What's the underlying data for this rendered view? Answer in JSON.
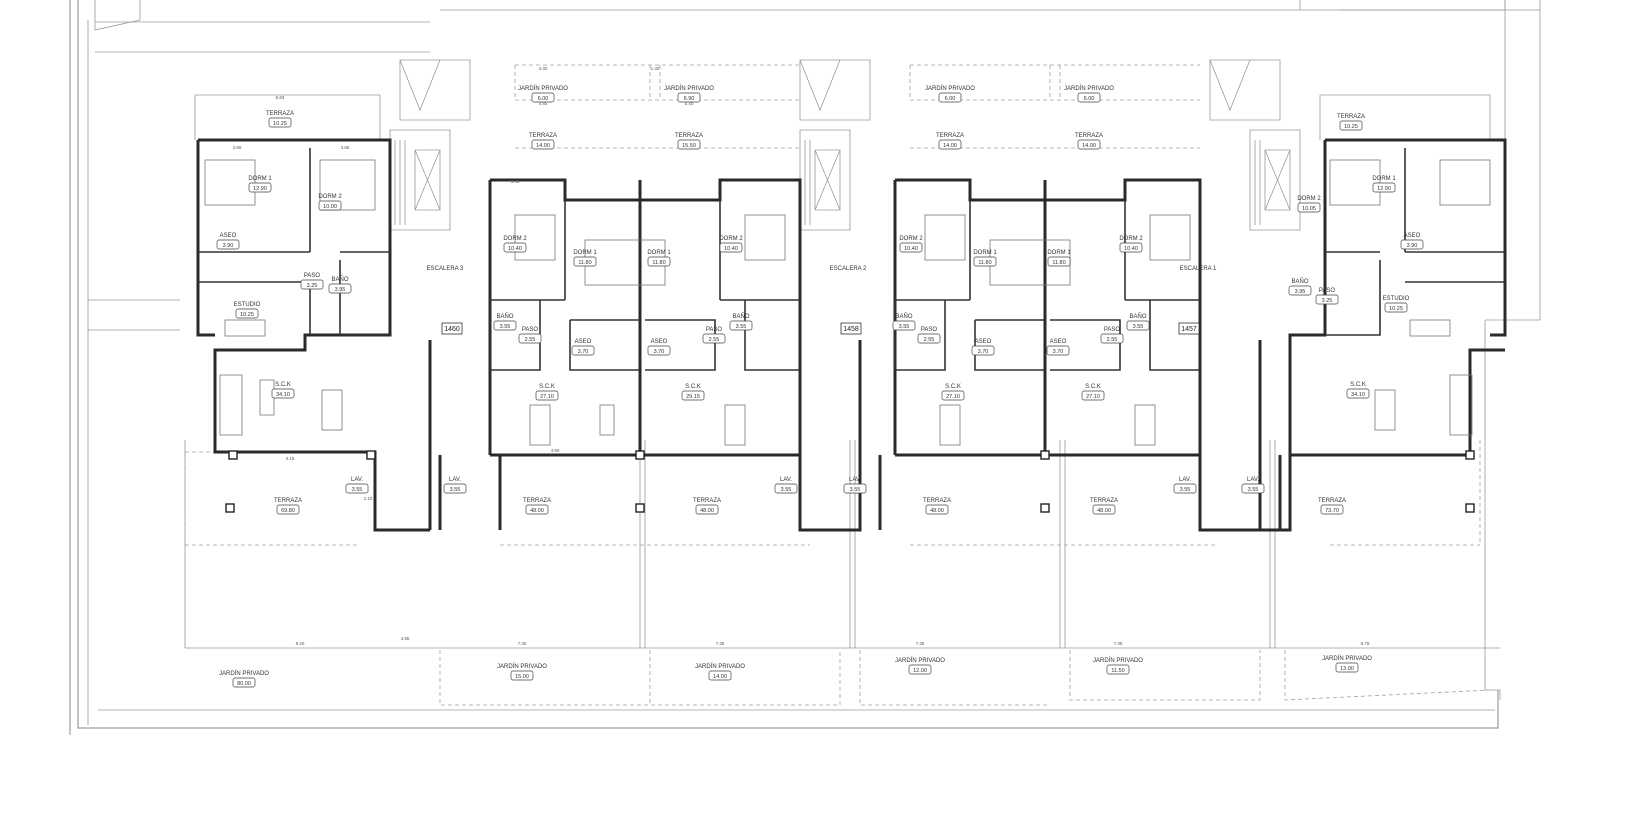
{
  "rooms": [
    {
      "name": "TERRAZA",
      "area": "10.25"
    },
    {
      "name": "DORM 1",
      "area": "12.90"
    },
    {
      "name": "DORM 2",
      "area": "10.00"
    },
    {
      "name": "ASEO",
      "area": "3.90"
    },
    {
      "name": "PASO",
      "area": "3.25"
    },
    {
      "name": "BAÑO",
      "area": "3.95"
    },
    {
      "name": "ESTUDIO",
      "area": "10.25"
    },
    {
      "name": "S.C.K",
      "area": "34.10"
    },
    {
      "name": "ESCALERA 3",
      "area": ""
    },
    {
      "name": "TERRAZA",
      "area": "69.80"
    },
    {
      "name": "LAV.",
      "area": "3.55"
    },
    {
      "name": "LAV.",
      "area": "3.55"
    },
    {
      "name": "JARDÍN PRIVADO",
      "area": "80.00"
    },
    {
      "name": "JARDÍN PRIVADO",
      "area": "6.00"
    },
    {
      "name": "TERRAZA",
      "area": "14.00"
    },
    {
      "name": "DORM 2",
      "area": "10.40"
    },
    {
      "name": "DORM 1",
      "area": "11.80"
    },
    {
      "name": "BAÑO",
      "area": "3.55"
    },
    {
      "name": "PASO",
      "area": "2.55"
    },
    {
      "name": "ASEO",
      "area": "3.70"
    },
    {
      "name": "S.C.K",
      "area": "27.10"
    },
    {
      "name": "TERRAZA",
      "area": "48.00"
    },
    {
      "name": "JARDÍN PRIVADO",
      "area": "15.00"
    },
    {
      "name": "JARDÍN PRIVADO",
      "area": "6.90"
    },
    {
      "name": "TERRAZA",
      "area": "15.50"
    },
    {
      "name": "DORM 1",
      "area": "11.80"
    },
    {
      "name": "DORM 2",
      "area": "10.40"
    },
    {
      "name": "ASEO",
      "area": "3.70"
    },
    {
      "name": "PASO",
      "area": "2.55"
    },
    {
      "name": "BAÑO",
      "area": "3.55"
    },
    {
      "name": "S.C.K",
      "area": "29.15"
    },
    {
      "name": "TERRAZA",
      "area": "48.00"
    },
    {
      "name": "JARDÍN PRIVADO",
      "area": "14.00"
    },
    {
      "name": "LAV.",
      "area": "3.55"
    },
    {
      "name": "LAV.",
      "area": "3.55"
    },
    {
      "name": "ESCALERA 2",
      "area": ""
    },
    {
      "name": "JARDÍN PRIVADO",
      "area": "6.00"
    },
    {
      "name": "TERRAZA",
      "area": "14.00"
    },
    {
      "name": "DORM 2",
      "area": "10.40"
    },
    {
      "name": "DORM 1",
      "area": "11.80"
    },
    {
      "name": "BAÑO",
      "area": "3.55"
    },
    {
      "name": "PASO",
      "area": "2.55"
    },
    {
      "name": "ASEO",
      "area": "3.70"
    },
    {
      "name": "S.C.K",
      "area": "27.10"
    },
    {
      "name": "TERRAZA",
      "area": "48.00"
    },
    {
      "name": "JARDÍN PRIVADO",
      "area": "12.00"
    },
    {
      "name": "JARDÍN PRIVADO",
      "area": "6.00"
    },
    {
      "name": "TERRAZA",
      "area": "14.00"
    },
    {
      "name": "DORM 1",
      "area": "11.80"
    },
    {
      "name": "DORM 2",
      "area": "10.40"
    },
    {
      "name": "ASEO",
      "area": "3.70"
    },
    {
      "name": "PASO",
      "area": "2.55"
    },
    {
      "name": "BAÑO",
      "area": "3.55"
    },
    {
      "name": "S.C.K",
      "area": "27.10"
    },
    {
      "name": "TERRAZA",
      "area": "48.00"
    },
    {
      "name": "JARDÍN PRIVADO",
      "area": "11.50"
    },
    {
      "name": "LAV.",
      "area": "3.55"
    },
    {
      "name": "LAV.",
      "area": "3.55"
    },
    {
      "name": "ESCALERA 1",
      "area": ""
    },
    {
      "name": "TERRAZA",
      "area": "10.25"
    },
    {
      "name": "DORM 2",
      "area": "10.05"
    },
    {
      "name": "DORM 1",
      "area": "12.90"
    },
    {
      "name": "ASEO",
      "area": "3.90"
    },
    {
      "name": "PASO",
      "area": "3.25"
    },
    {
      "name": "BAÑO",
      "area": "3.95"
    },
    {
      "name": "ESTUDIO",
      "area": "10.25"
    },
    {
      "name": "S.C.K",
      "area": "34.10"
    },
    {
      "name": "TERRAZA",
      "area": "73.70"
    },
    {
      "name": "JARDÍN PRIVADO",
      "area": "13.00"
    }
  ],
  "unit_codes": [
    "1460",
    "1458",
    "1457"
  ],
  "dimensions": [
    "6.83",
    "3.85",
    "3.65",
    "4.85",
    "5.40",
    "4.30",
    "1.30",
    "3.65",
    "4.95",
    "4.15",
    "4.90",
    "2.10",
    "9.20",
    "7.35",
    "7.35",
    "7.35",
    "7.35",
    "9.75"
  ]
}
